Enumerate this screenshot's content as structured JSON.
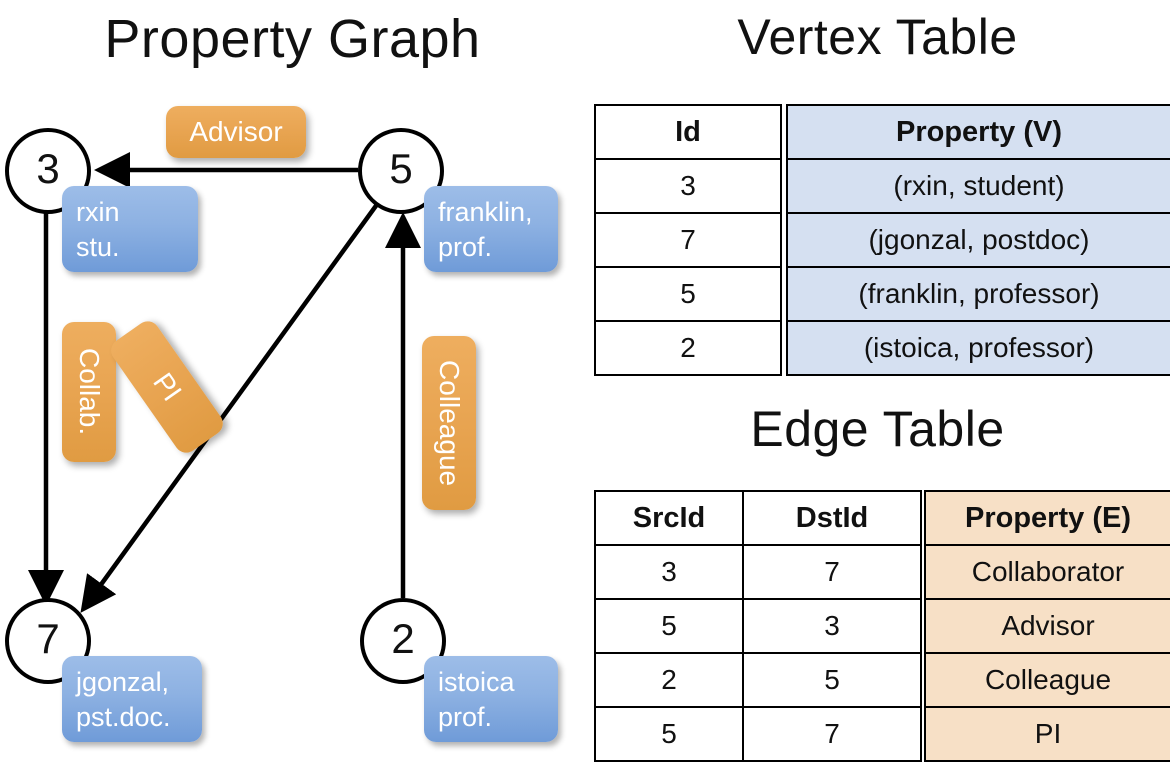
{
  "titles": {
    "property_graph": "Property Graph",
    "vertex_table": "Vertex Table",
    "edge_table": "Edge Table"
  },
  "graph": {
    "nodes": [
      {
        "id": "3",
        "property_lines": "rxin\nstu."
      },
      {
        "id": "5",
        "property_lines": "franklin,\nprof."
      },
      {
        "id": "7",
        "property_lines": "jgonzal,\npst.doc."
      },
      {
        "id": "2",
        "property_lines": "istoica\nprof."
      }
    ],
    "node_ids": {
      "n3": "3",
      "n5": "5",
      "n7": "7",
      "n2": "2"
    },
    "props": {
      "rxin_line1": "rxin",
      "rxin_line2": "stu.",
      "franklin_line1": "franklin,",
      "franklin_line2": "prof.",
      "jgonzal_line1": "jgonzal,",
      "jgonzal_line2": "pst.doc.",
      "istoica_line1": "istoica",
      "istoica_line2": "prof."
    },
    "edge_labels": {
      "advisor": "Advisor",
      "collab": "Collab.",
      "pi": "PI",
      "colleague": "Colleague"
    }
  },
  "vertex_table": {
    "columns": [
      "Id",
      "Property (V)"
    ],
    "rows": [
      {
        "id": "3",
        "property": "(rxin, student)"
      },
      {
        "id": "7",
        "property": "(jgonzal, postdoc)"
      },
      {
        "id": "5",
        "property": "(franklin, professor)"
      },
      {
        "id": "2",
        "property": "(istoica, professor)"
      }
    ]
  },
  "edge_table": {
    "columns": [
      "SrcId",
      "DstId",
      "Property (E)"
    ],
    "rows": [
      {
        "src": "3",
        "dst": "7",
        "property": "Collaborator"
      },
      {
        "src": "5",
        "dst": "3",
        "property": "Advisor"
      },
      {
        "src": "2",
        "dst": "5",
        "property": "Colleague"
      },
      {
        "src": "5",
        "dst": "7",
        "property": "PI"
      }
    ]
  },
  "colors": {
    "vertex_header_fill": "#d5e0f1",
    "vertex_cell_fill": "#d5e0f1",
    "edge_header_fill": "#f7e0c6",
    "edge_cell_fill": "#f7e0c6",
    "node_property_blue": "#8db1e2",
    "edge_label_orange": "#e8a451",
    "stroke": "#000000",
    "background": "#ffffff"
  }
}
